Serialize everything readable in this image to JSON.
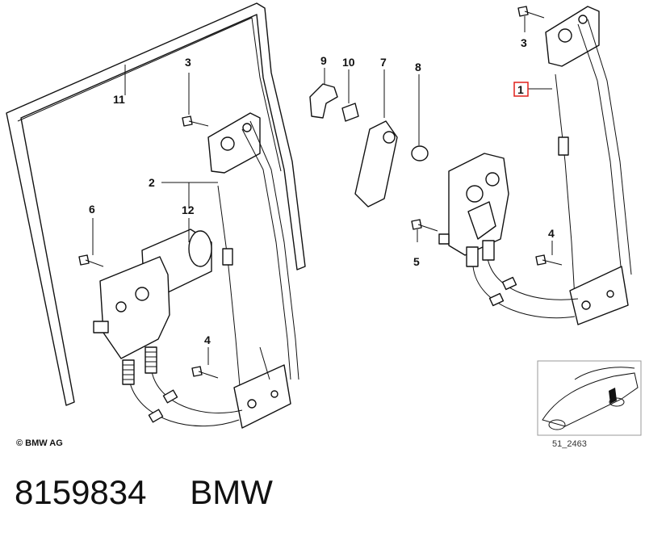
{
  "callouts": {
    "c1": "1",
    "c2": "2",
    "c3a": "3",
    "c3b": "3",
    "c4a": "4",
    "c4b": "4",
    "c5": "5",
    "c6": "6",
    "c7": "7",
    "c8": "8",
    "c9": "9",
    "c10": "10",
    "c11": "11",
    "c12": "12"
  },
  "copyright": "© BMW AG",
  "reference_code": "51_2463",
  "footer": {
    "part_number": "8159834",
    "brand": "BMW"
  },
  "colors": {
    "highlight_box": "#e0201b",
    "lines": "#111111"
  }
}
